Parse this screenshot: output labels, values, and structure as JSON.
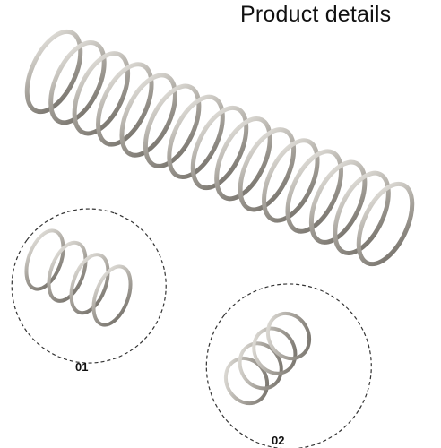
{
  "header": {
    "title": "Product details"
  },
  "details": [
    {
      "label": "01"
    },
    {
      "label": "02"
    }
  ],
  "colors": {
    "wire": "#a7a39c",
    "wire_highlight": "#eceae5",
    "wire_shadow": "#6e6a63",
    "dashed_outline": "#333333"
  }
}
